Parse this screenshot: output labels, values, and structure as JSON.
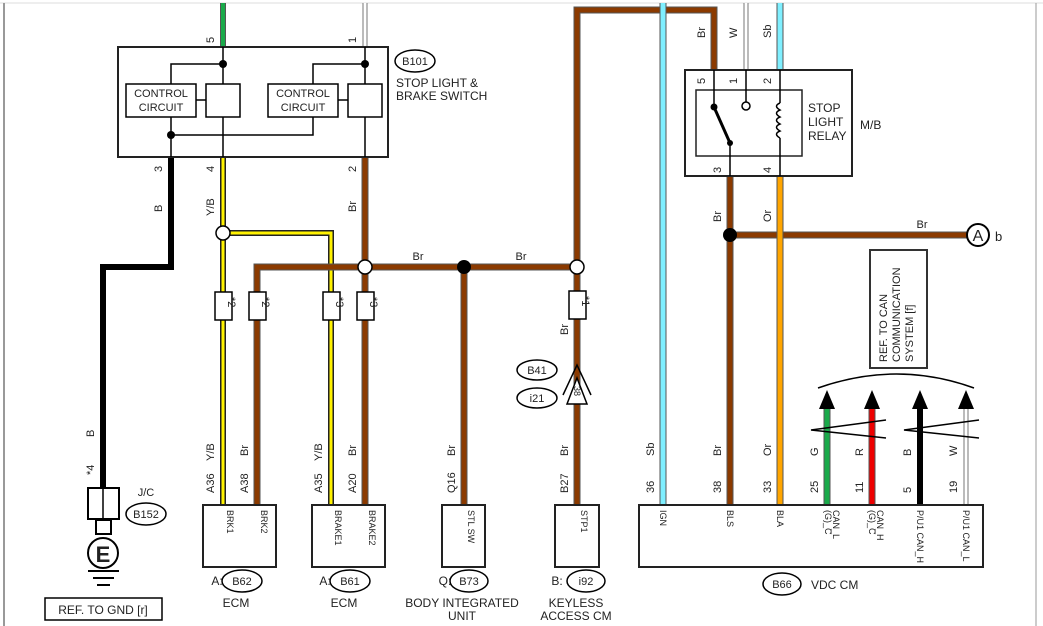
{
  "colors": {
    "brown": "#8B3A00",
    "yellow": "#FFF200",
    "green": "#1AAA4A",
    "red": "#EE0000",
    "black": "#000000",
    "white_wire": "#FFFFFF",
    "sky_blue": "#7FEFFF",
    "orange": "#FFA500",
    "outline": "#555555"
  },
  "stop_light_switch": {
    "connector": "B101",
    "name_line1": "STOP LIGHT &",
    "name_line2": "BRAKE SWITCH",
    "control_circuit_line1": "CONTROL",
    "control_circuit_line2": "CIRCUIT",
    "pins": {
      "p5": "5",
      "p1": "1",
      "p3": "3",
      "p4": "4",
      "p2": "2"
    }
  },
  "relay": {
    "name_line1": "STOP",
    "name_line2": "LIGHT",
    "name_line3": "RELAY",
    "location": "M/B",
    "pins": {
      "p5": "5",
      "p1": "1",
      "p2": "2",
      "p3": "3",
      "p4": "4"
    },
    "wire_top": {
      "br": "Br",
      "w": "W",
      "sb": "Sb"
    },
    "wire_bottom": {
      "br": "Br",
      "or": "Or"
    }
  },
  "wire_labels": {
    "b_from_switch": "B",
    "yb_from_switch": "Y/B",
    "br_from_switch": "Br",
    "br_bus1": "Br",
    "br_bus2": "Br",
    "br_keyless": "Br",
    "br_to_a": "Br",
    "b_ground": "B"
  },
  "connector_ref": {
    "a_label": "A",
    "b_label": "b"
  },
  "can_ref": {
    "line1": "REF. TO CAN",
    "line2": "COMMUNICATION",
    "line3": "SYSTEM [f]"
  },
  "splices": {
    "s2a": "*2",
    "s2b": "*2",
    "s3a": "*3",
    "s3b": "*3",
    "s1": "*1",
    "s4": "*4"
  },
  "joint_connector": {
    "b41": "B41",
    "i21": "i21",
    "pin": "38"
  },
  "ground": {
    "jc_label": "J/C",
    "connector": "B152",
    "symbol": "E",
    "ref": "REF. TO GND [r]"
  },
  "ecm_b62": {
    "prefix": "A:",
    "connector": "B62",
    "name": "ECM",
    "pins": [
      {
        "pin": "A36",
        "color": "Y/B",
        "term": "BRK1"
      },
      {
        "pin": "A38",
        "color": "Br",
        "term": "BRK2"
      }
    ]
  },
  "ecm_b61": {
    "prefix": "A:",
    "connector": "B61",
    "name": "ECM",
    "pins": [
      {
        "pin": "A35",
        "color": "Y/B",
        "term": "BRAKE1"
      },
      {
        "pin": "A20",
        "color": "Br",
        "term": "BRAKE2"
      }
    ]
  },
  "biu_b73": {
    "prefix": "Q:",
    "connector": "B73",
    "name_line1": "BODY INTEGRATED",
    "name_line2": "UNIT",
    "pins": [
      {
        "pin": "Q16",
        "color": "Br",
        "term": "STL SW"
      }
    ]
  },
  "keyless_i92": {
    "prefix": "B:",
    "connector": "i92",
    "name_line1": "KEYLESS",
    "name_line2": "ACCESS CM",
    "pins": [
      {
        "pin": "B27",
        "color": "Br",
        "term": "STP1"
      }
    ]
  },
  "vdc_b66": {
    "connector": "B66",
    "name": "VDC CM",
    "pins": [
      {
        "pin": "36",
        "color": "Sb",
        "term": "IGN"
      },
      {
        "pin": "38",
        "color": "Br",
        "term": "BLS"
      },
      {
        "pin": "33",
        "color": "Or",
        "term": "BLA"
      },
      {
        "pin": "25",
        "color": "G",
        "term1": "(G)_C",
        "term2": "CAN_L"
      },
      {
        "pin": "11",
        "color": "R",
        "term1": "(G)_C",
        "term2": "CAN_H"
      },
      {
        "pin": "5",
        "color": "B",
        "term": "P/U1 CAN_H"
      },
      {
        "pin": "19",
        "color": "W",
        "term": "P/U1 CAN_L"
      }
    ]
  }
}
